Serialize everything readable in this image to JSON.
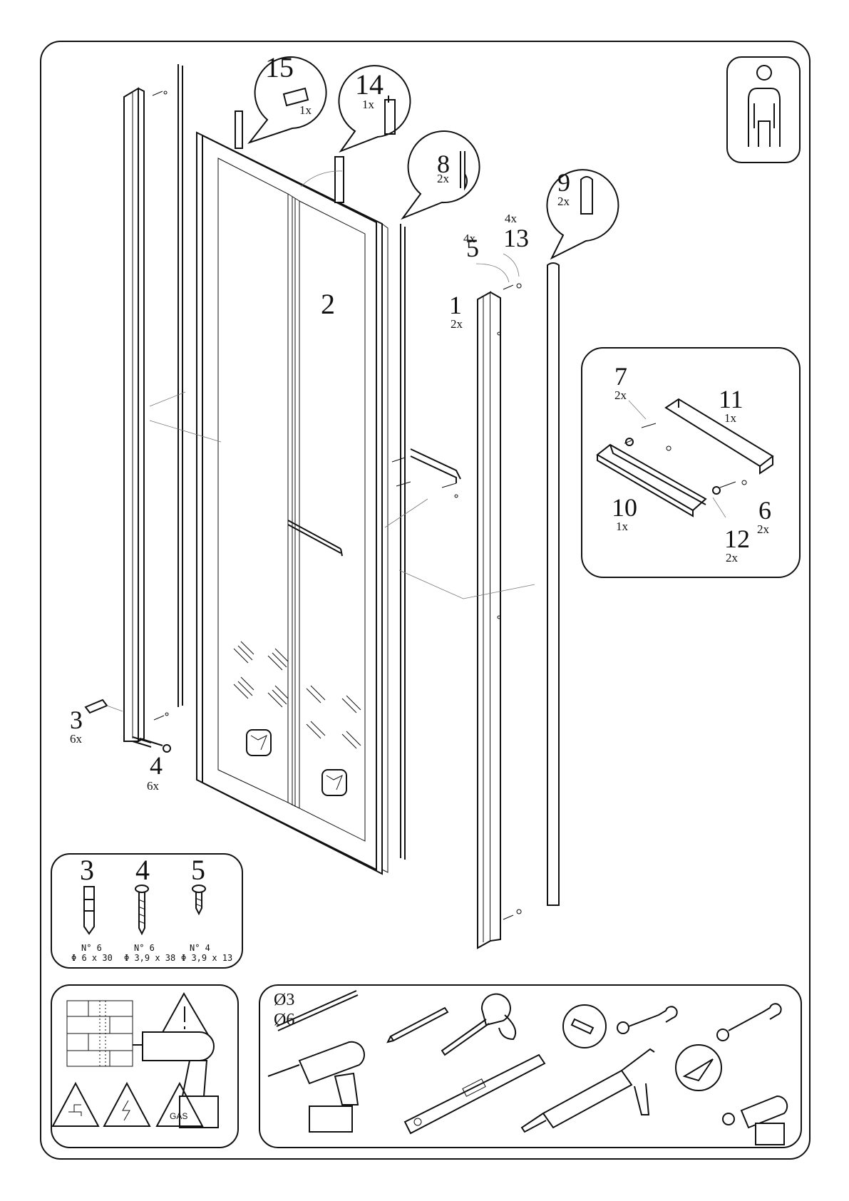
{
  "callouts": {
    "c15": {
      "num": "15",
      "qty": "1x"
    },
    "c14": {
      "num": "14",
      "qty": "1x"
    },
    "c8": {
      "num": "8",
      "qty": "2x"
    },
    "c9": {
      "num": "9",
      "qty": "2x"
    }
  },
  "parts": {
    "p2": {
      "num": "2"
    },
    "p1": {
      "num": "1",
      "qty": "2x"
    },
    "p5": {
      "num": "5",
      "qty": "4x"
    },
    "p13": {
      "num": "13",
      "qty": "4x"
    },
    "p3": {
      "num": "3",
      "qty": "6x"
    },
    "p4": {
      "num": "4",
      "qty": "6x"
    }
  },
  "handle_detail": {
    "p7": {
      "num": "7",
      "qty": "2x"
    },
    "p11": {
      "num": "11",
      "qty": "1x"
    },
    "p10": {
      "num": "10",
      "qty": "1x"
    },
    "p6": {
      "num": "6",
      "qty": "2x"
    },
    "p12": {
      "num": "12",
      "qty": "2x"
    }
  },
  "fasteners": {
    "f3": {
      "num": "3",
      "spec1": "N° 6",
      "spec2": "Φ 6 x 30"
    },
    "f4": {
      "num": "4",
      "spec1": "N° 6",
      "spec2": "Φ 3,9 x 38"
    },
    "f5": {
      "num": "5",
      "spec1": "N° 4",
      "spec2": "Φ 3,9 x 13"
    }
  },
  "warnings": {
    "gas_label": "GAS"
  },
  "tools": {
    "drill_bit_1": "Ø3",
    "drill_bit_2": "Ø6"
  },
  "icons": [
    "one-person-icon",
    "exclamation-warning-icon",
    "water-pipe-warning-icon",
    "electric-warning-icon",
    "gas-warning-icon",
    "drill-icon",
    "pencil-icon",
    "tape-measure-icon",
    "spirit-level-icon",
    "silicone-gun-icon",
    "flat-screwdriver-icon",
    "phillips-screwdriver-icon"
  ]
}
